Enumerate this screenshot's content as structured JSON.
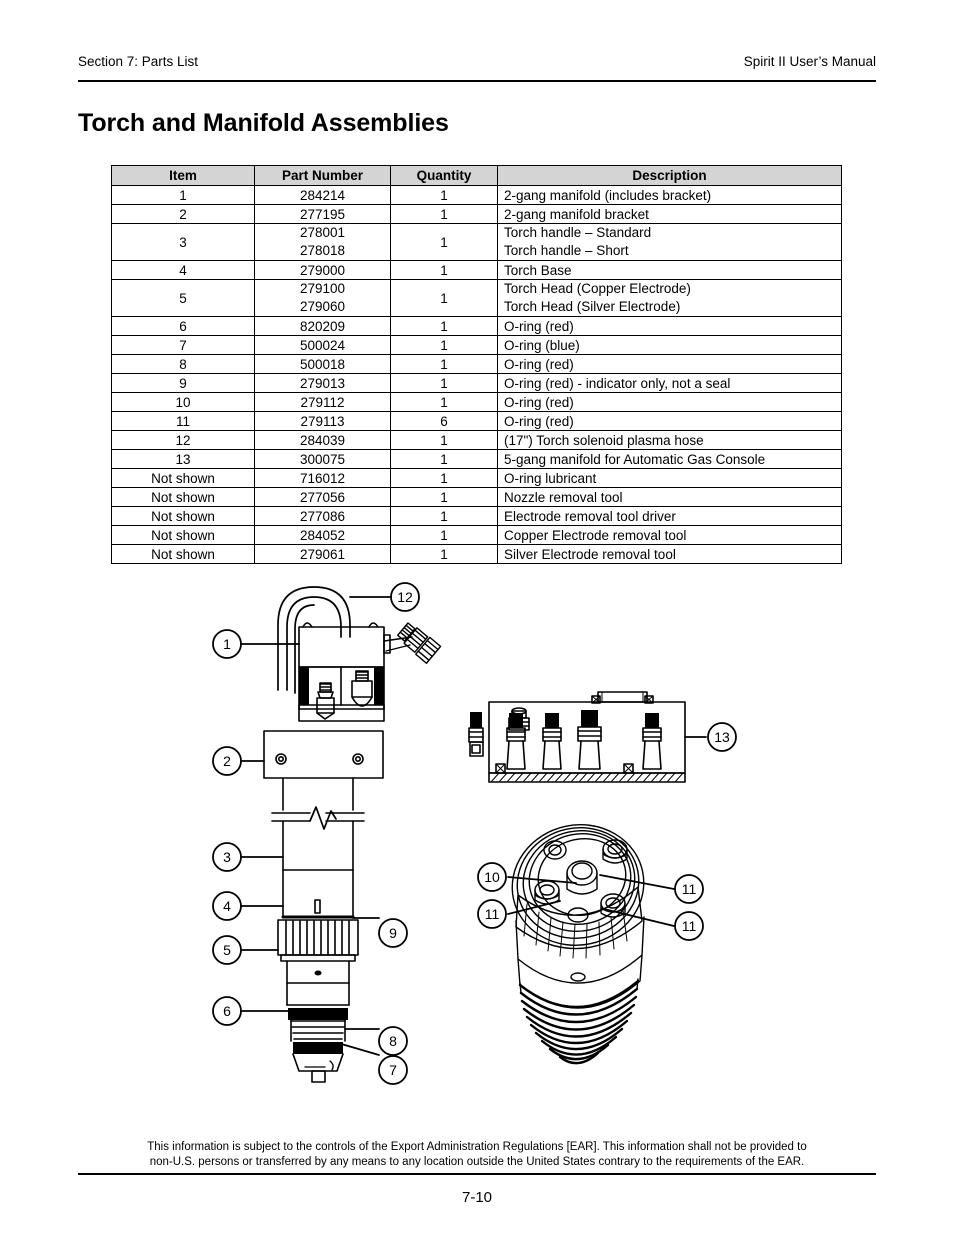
{
  "header": {
    "left": "Section 7: Parts List",
    "right": "Spirit II User’s Manual"
  },
  "title": "Torch and Manifold Assemblies",
  "table": {
    "columns": [
      "Item",
      "Part Number",
      "Quantity",
      "Description"
    ],
    "rows": [
      {
        "item": "1",
        "part": "284214",
        "qty": "1",
        "desc": "2-gang manifold (includes bracket)"
      },
      {
        "item": "2",
        "part": "277195",
        "qty": "1",
        "desc": "2-gang manifold bracket"
      },
      {
        "item": "3",
        "part": "278001",
        "part2": "278018",
        "qty": "1",
        "desc": "Torch handle – Standard",
        "desc2": "Torch handle – Short"
      },
      {
        "item": "4",
        "part": "279000",
        "qty": "1",
        "desc": "Torch Base"
      },
      {
        "item": "5",
        "part": "279100",
        "part2": "279060",
        "qty": "1",
        "desc": "Torch Head (Copper Electrode)",
        "desc2": "Torch Head (Silver Electrode)"
      },
      {
        "item": "6",
        "part": "820209",
        "qty": "1",
        "desc": "O-ring (red)"
      },
      {
        "item": "7",
        "part": "500024",
        "qty": "1",
        "desc": "O-ring (blue)"
      },
      {
        "item": "8",
        "part": "500018",
        "qty": "1",
        "desc": "O-ring (red)"
      },
      {
        "item": "9",
        "part": "279013",
        "qty": "1",
        "desc": "O-ring (red) - indicator only, not a seal"
      },
      {
        "item": "10",
        "part": "279112",
        "qty": "1",
        "desc": "O-ring (red)"
      },
      {
        "item": "11",
        "part": "279113",
        "qty": "6",
        "desc": "O-ring (red)"
      },
      {
        "item": "12",
        "part": "284039",
        "qty": "1",
        "desc": "(17\") Torch solenoid plasma hose"
      },
      {
        "item": "13",
        "part": "300075",
        "qty": "1",
        "desc": "5-gang manifold for Automatic Gas Console"
      },
      {
        "item": "Not shown",
        "part": "716012",
        "qty": "1",
        "desc": "O-ring lubricant"
      },
      {
        "item": "Not shown",
        "part": "277056",
        "qty": "1",
        "desc": "Nozzle removal tool"
      },
      {
        "item": "Not shown",
        "part": "277086",
        "qty": "1",
        "desc": "Electrode removal tool driver"
      },
      {
        "item": "Not shown",
        "part": "284052",
        "qty": "1",
        "desc": "Copper Electrode removal tool"
      },
      {
        "item": "Not shown",
        "part": "279061",
        "qty": "1",
        "desc": "Silver Electrode removal tool"
      }
    ]
  },
  "figure": {
    "callouts": {
      "c1": "1",
      "c2": "2",
      "c3": "3",
      "c4": "4",
      "c5": "5",
      "c6": "6",
      "c7": "7",
      "c8": "8",
      "c9": "9",
      "c10": "10",
      "c11a": "11",
      "c11b": "11",
      "c11c": "11",
      "c12": "12",
      "c13": "13"
    }
  },
  "footer": {
    "ear_line1": "This information is subject to the controls of the Export Administration Regulations [EAR].  This information shall not be provided to",
    "ear_line2": "non-U.S. persons or transferred by any means to any location outside the United States contrary to the requirements of the EAR.",
    "page_number": "7-10"
  }
}
